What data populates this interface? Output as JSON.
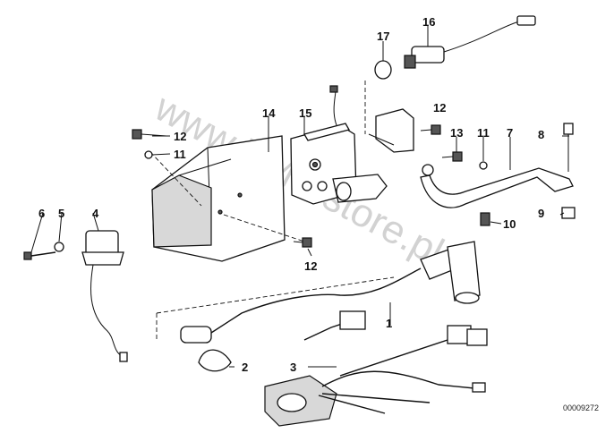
{
  "watermark": "www.BMWstore.pl",
  "document_number": "00009272",
  "callouts": {
    "c1": "1",
    "c2": "2",
    "c3": "3",
    "c4": "4",
    "c5": "5",
    "c6": "6",
    "c7": "7",
    "c8": "8",
    "c9": "9",
    "c10": "10",
    "c11a": "11",
    "c11b": "11",
    "c12a": "12",
    "c12b": "12",
    "c12c": "12",
    "c13": "13",
    "c14": "14",
    "c15": "15",
    "c16": "16",
    "c17": "17"
  }
}
